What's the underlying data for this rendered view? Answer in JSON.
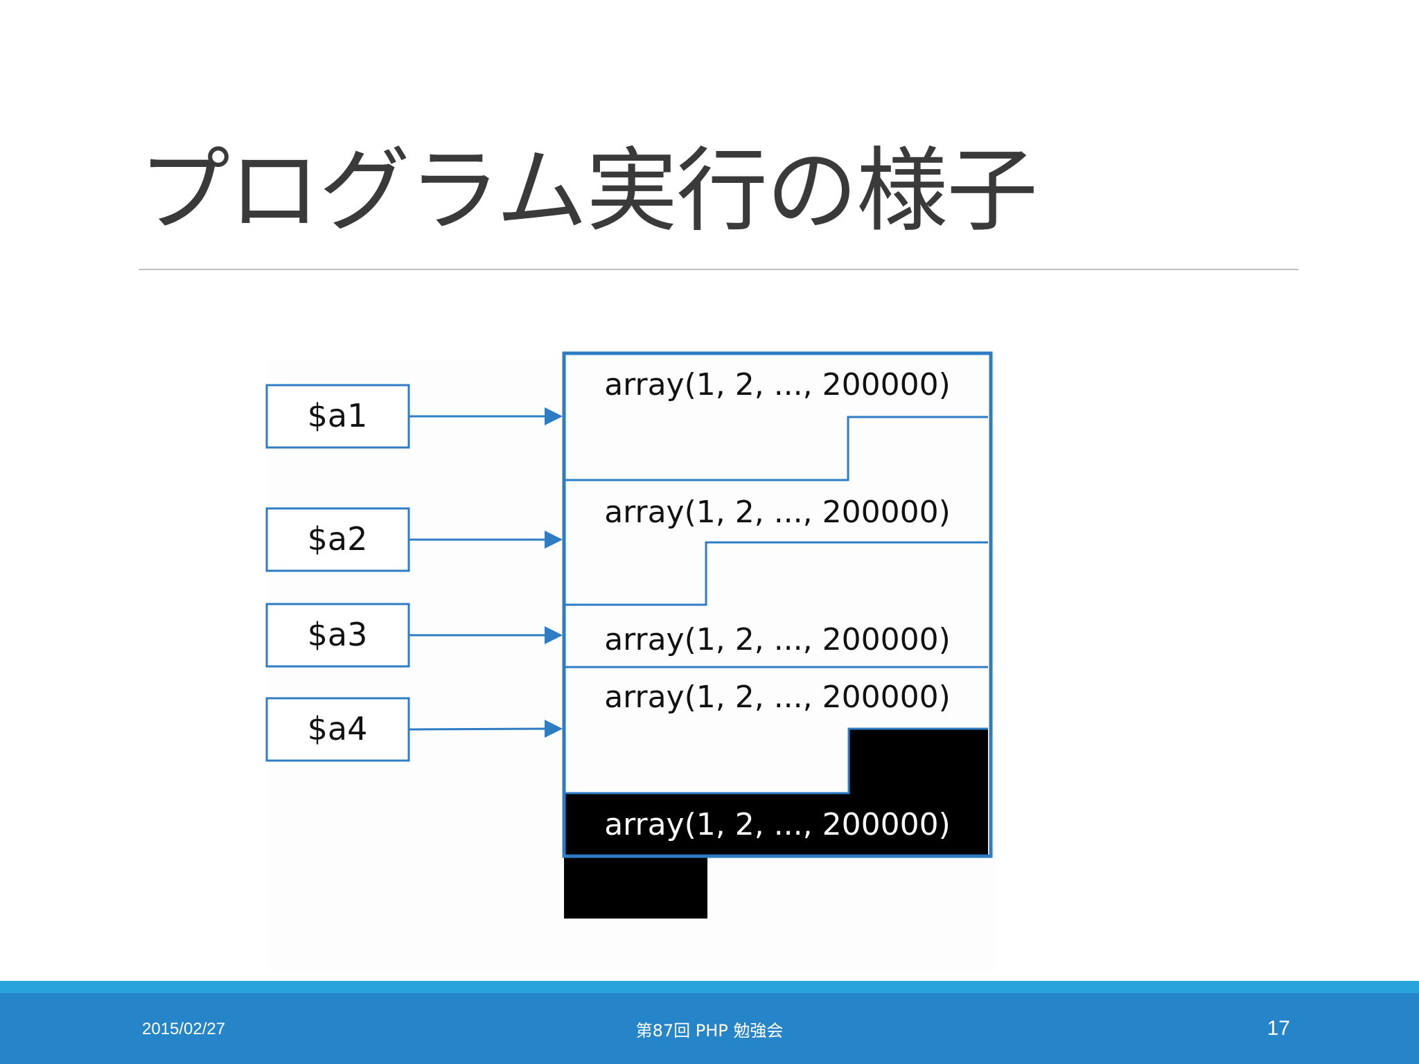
{
  "slide": {
    "title": "プログラム実行の様子"
  },
  "diagram": {
    "variables": [
      {
        "label": "$a1"
      },
      {
        "label": "$a2"
      },
      {
        "label": "$a3"
      },
      {
        "label": "$a4"
      }
    ],
    "memory_blocks": [
      {
        "label": "array(1, 2, ..., 200000)",
        "highlighted": false
      },
      {
        "label": "array(1, 2, ..., 200000)",
        "highlighted": false
      },
      {
        "label": "array(1, 2, ..., 200000)",
        "highlighted": false
      },
      {
        "label": "array(1, 2, ..., 200000)",
        "highlighted": false
      },
      {
        "label": "array(1, 2, ..., 200000)",
        "highlighted": true
      }
    ],
    "colors": {
      "outline": "#2e7cc4",
      "fill_highlight": "#000000",
      "text": "#111111",
      "text_on_highlight": "#ffffff"
    }
  },
  "footer": {
    "date": "2015/02/27",
    "event": "第87回 PHP 勉強会",
    "page": "17",
    "colors": {
      "stripe": "#29a3dc",
      "bar": "#2684c8"
    }
  }
}
